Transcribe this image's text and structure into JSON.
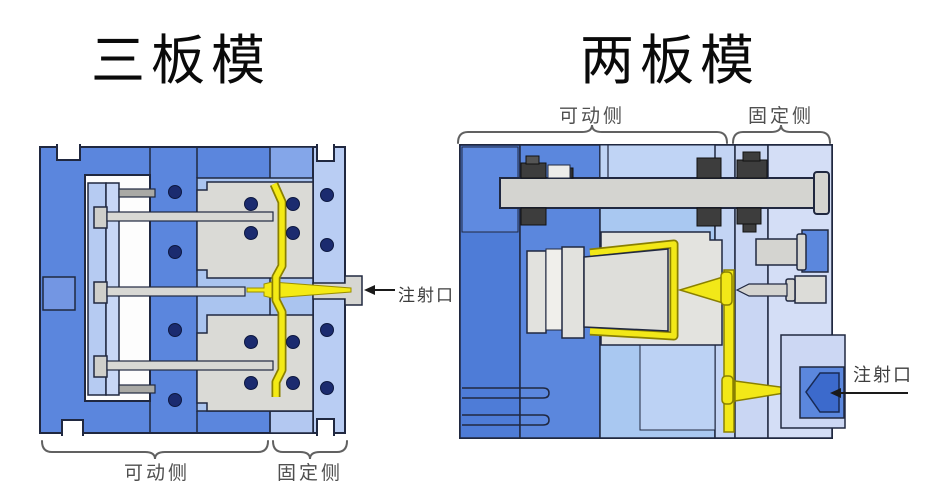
{
  "page": {
    "background": "#ffffff"
  },
  "colors": {
    "frame_blue": "#5b86dd",
    "dark_blue": "#4e7cd7",
    "cornflower_blue": "#84a6e9",
    "light_blue": "#b9cdf3",
    "pale_blue": "#ccd7f3",
    "plate_gray": "#dadad6",
    "runner_yellow": "#f2e818",
    "runner_outline": "#8a8000",
    "dot_navy": "#1b2b6f",
    "nozzle_blue": "#3c6acc",
    "bushing_charcoal": "#3d3d3d",
    "label_gray": "#4f4f4f",
    "outline": "#202840"
  },
  "left_diagram": {
    "title": "三板模",
    "movable_label": "可动侧",
    "fixed_label": "固定侧",
    "injection_label": "注射口"
  },
  "right_diagram": {
    "title": "两板模",
    "movable_label": "可动侧",
    "fixed_label": "固定侧",
    "injection_label": "注射口"
  }
}
